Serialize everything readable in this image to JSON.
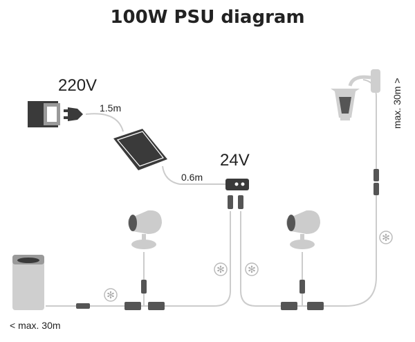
{
  "title": "100W PSU diagram",
  "labels": {
    "mains_voltage": "220V",
    "output_voltage": "24V",
    "mains_cable_length": "1.5m",
    "output_cable_length": "0.6m",
    "max_left": "< max. 30m",
    "max_right": "max. 30m >"
  },
  "icons": [
    "wall-socket-icon",
    "plug-icon",
    "power-supply-icon",
    "splitter-icon",
    "pedestal-light-icon",
    "spotlight-icon",
    "wall-lantern-icon",
    "connector-icon",
    "asterisk-badge-icon"
  ],
  "colors": {
    "line": "#cccccc",
    "device_dark": "#3a3a3a",
    "device_grey": "#9a9a9a",
    "connector": "#555555"
  }
}
